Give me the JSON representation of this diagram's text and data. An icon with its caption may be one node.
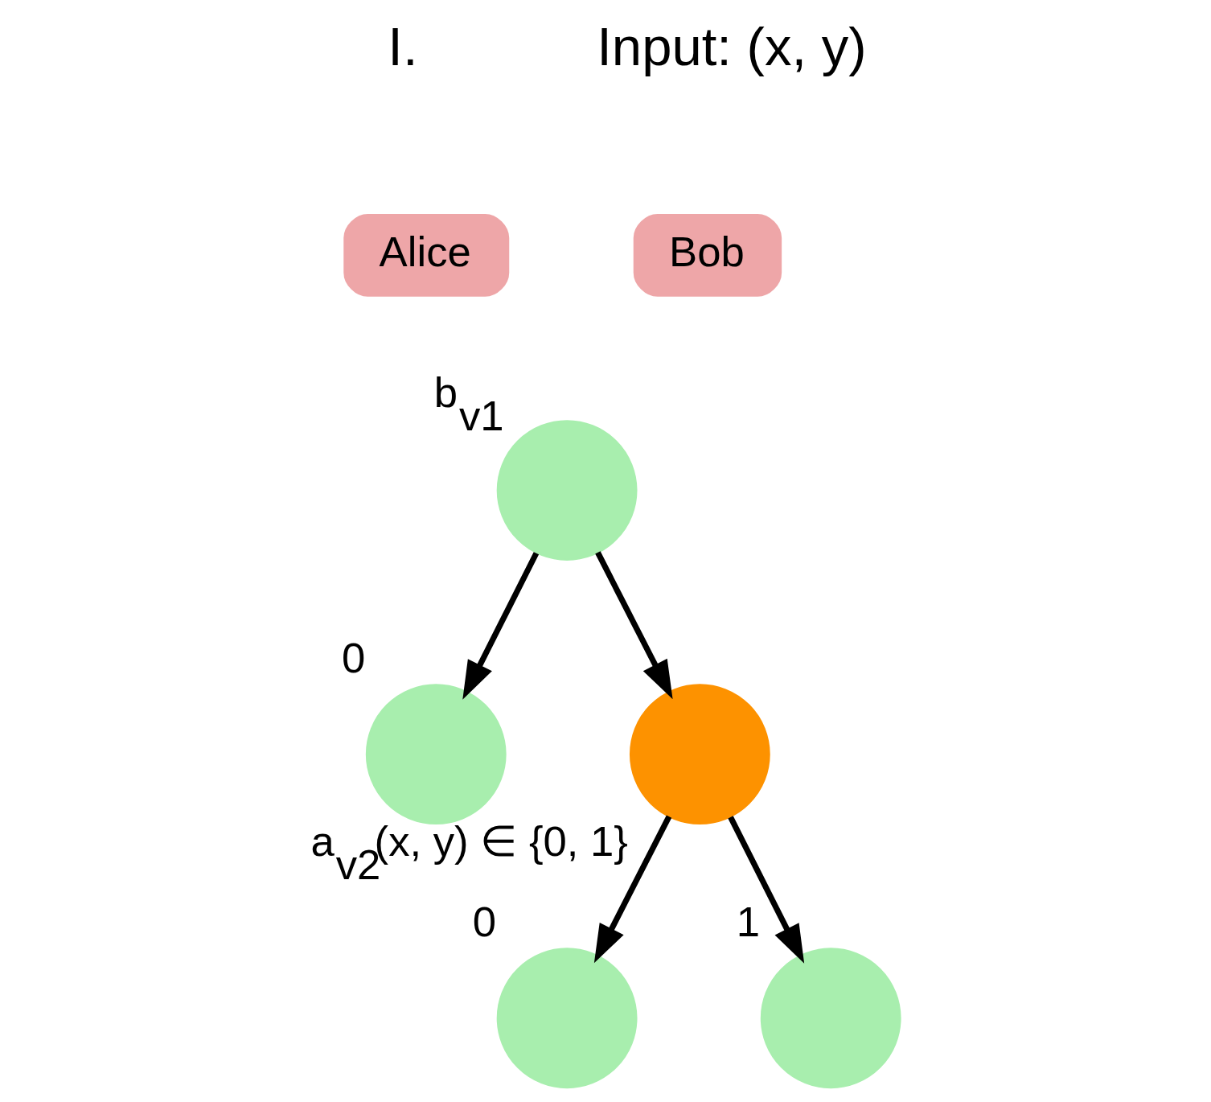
{
  "diagram": {
    "nodes": [
      {
        "text": [
          "Alice"
        ]
      },
      {
        "text": [
          "Bob"
        ]
      },
      {
        "text": [],
        "shape": "circle",
        "beside": [
          "b$_{v1}$"
        ]
      },
      {
        "text": [],
        "shape": "circle",
        "beside": [
          "0"
        ]
      },
      {
        "text": [],
        "shape": "circle",
        "beside": [
          "a$_{v2}$(x, y) ∈ {0, 1}"
        ]
      },
      {
        "text": [],
        "shape": "circle",
        "beside": [
          "0"
        ]
      },
      {
        "text": [],
        "shape": "circle",
        "beside": [
          "1"
        ]
      }
    ],
    "edges": [
      {
        "from": 2,
        "to": 3,
        "arrow": "to"
      },
      {
        "from": 2,
        "to": 4,
        "arrow": "to"
      },
      {
        "from": 4,
        "to": 5,
        "arrow": "to"
      },
      {
        "from": 4,
        "to": 6,
        "arrow": "to"
      }
    ],
    "labels": [
      "I.",
      "Input: (x, y)"
    ]
  }
}
